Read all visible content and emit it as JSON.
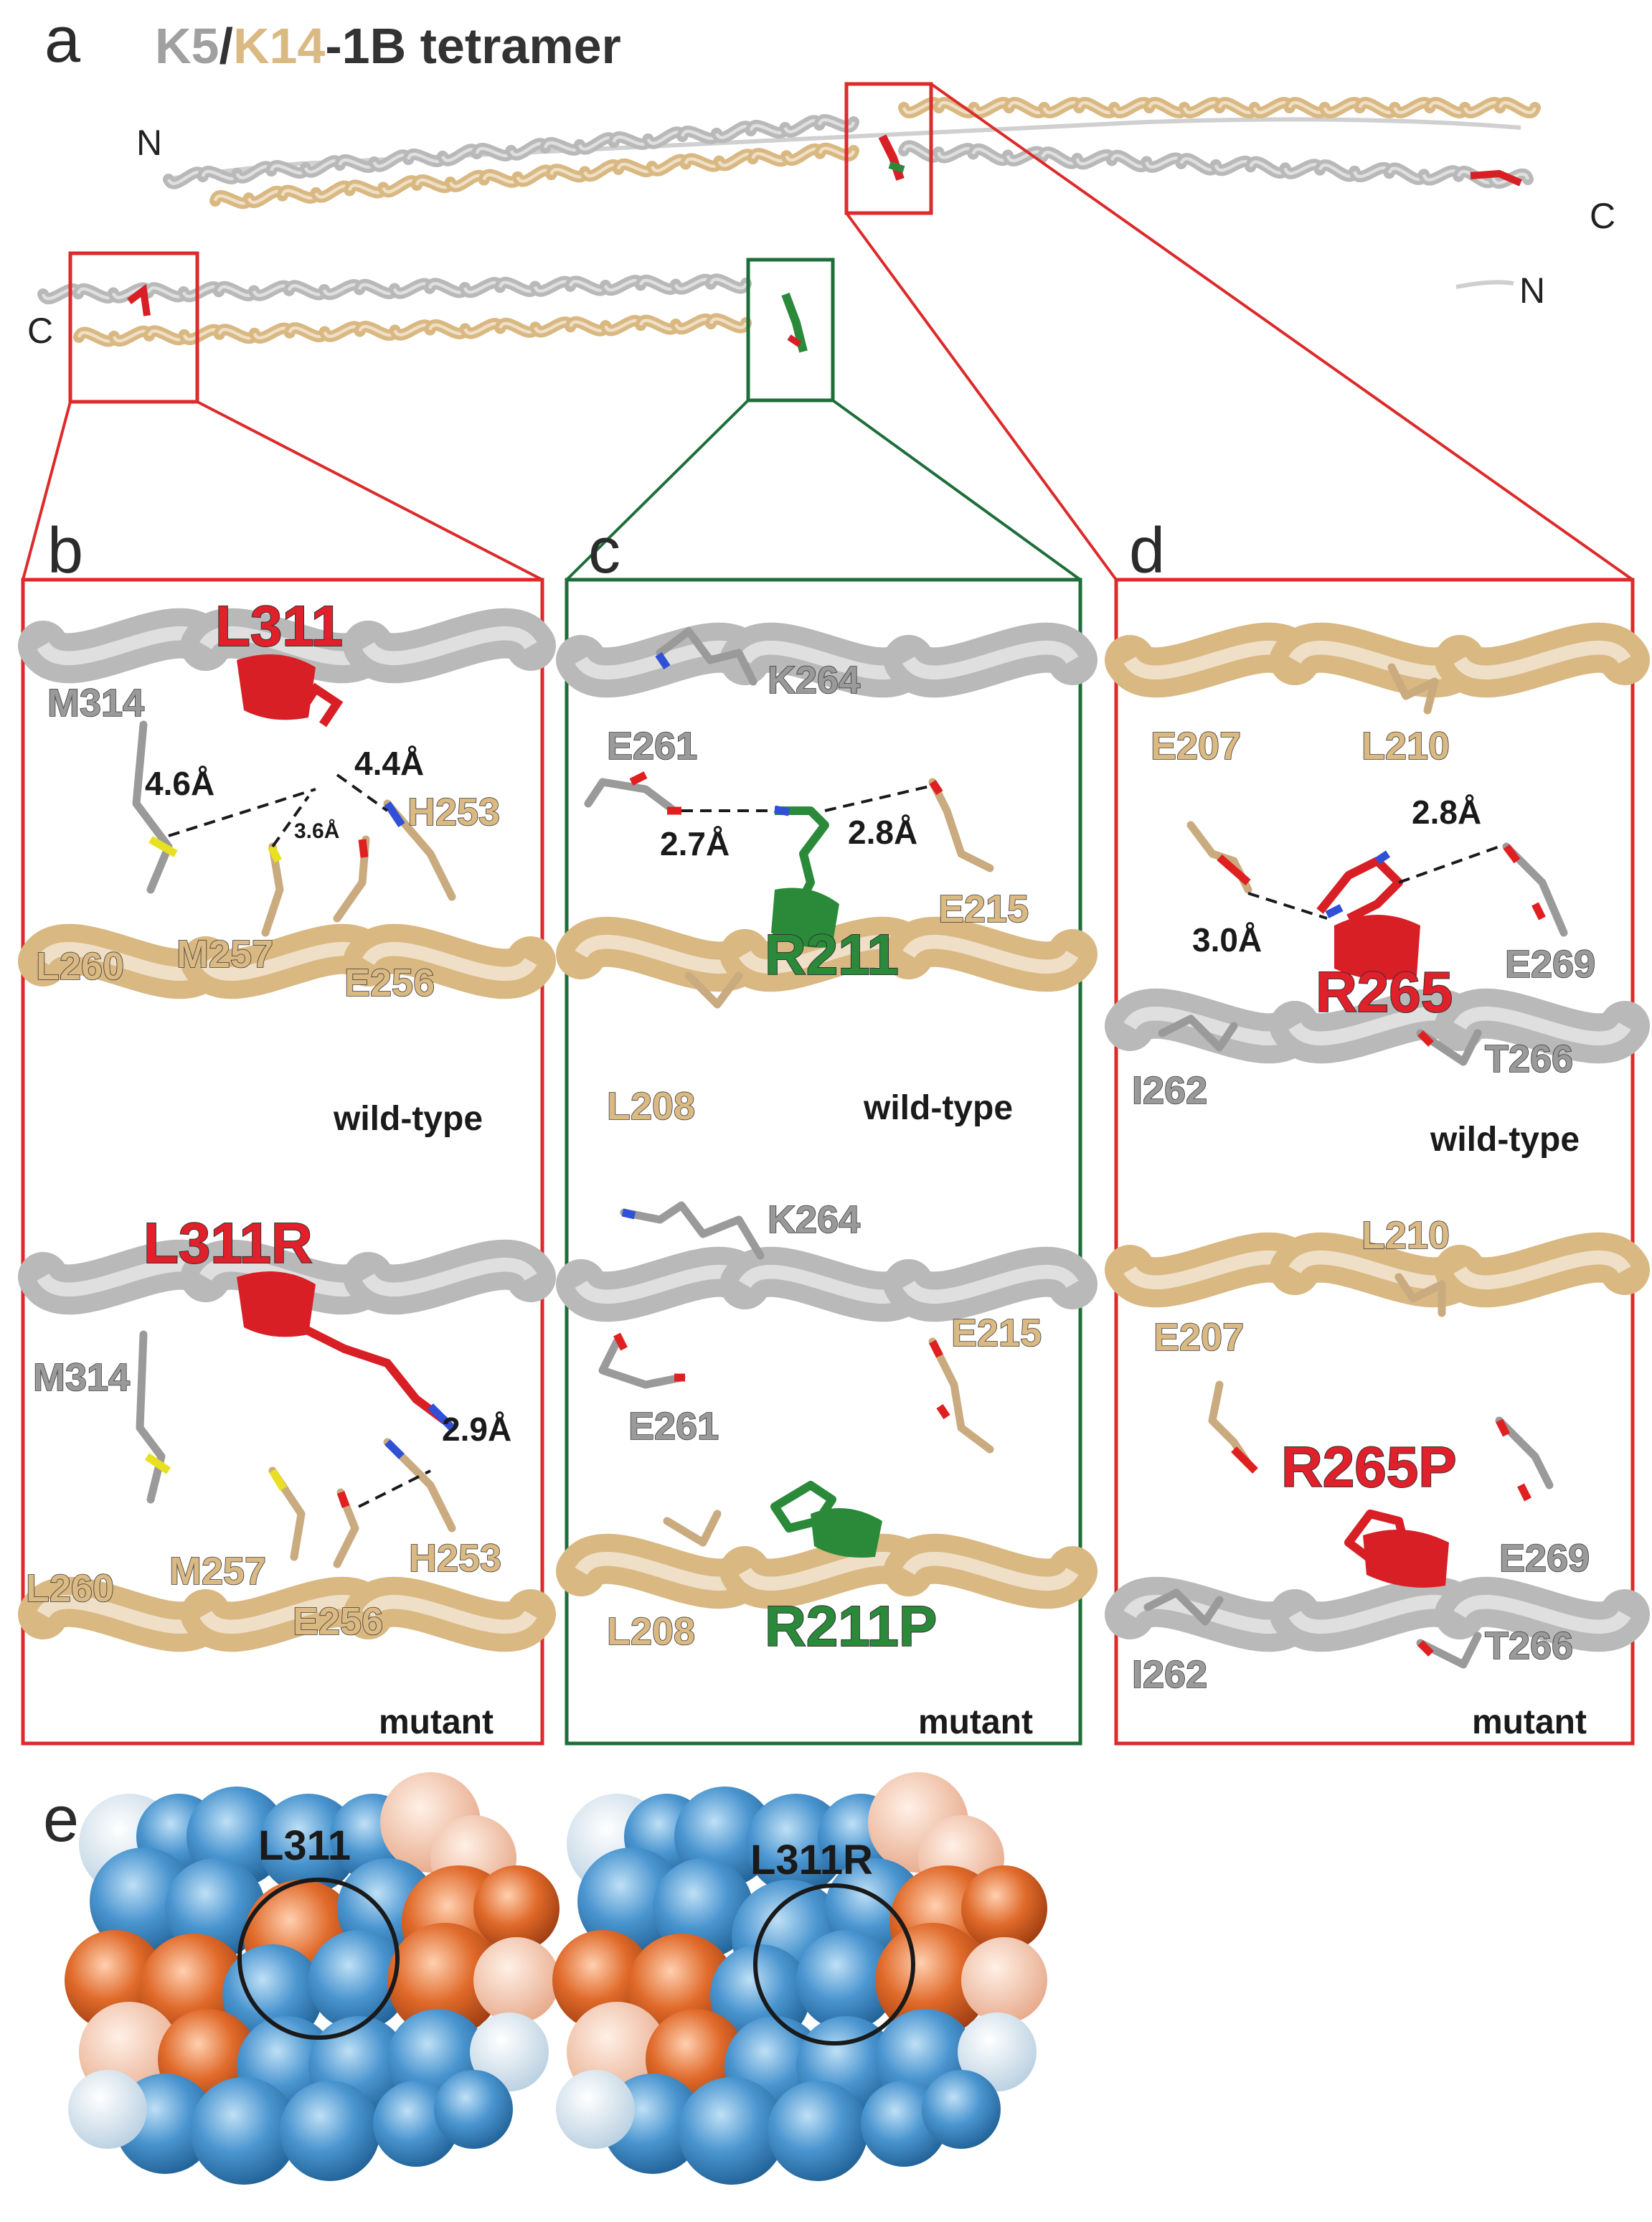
{
  "colors": {
    "k5_gray": "#a9a9a9",
    "k14_tan": "#dbb983",
    "mutation_red": "#e0202a",
    "mutation_green": "#2a8a3a",
    "box_red": "#dd2a2a",
    "box_green": "#1e6e3a",
    "oxygen_red": "#e02020",
    "nitrogen_blue": "#3050d8",
    "sulfur_yellow": "#e8e020",
    "hydrophilic_blue": "#4a95d0",
    "hydrophobic_orange": "#e06a2a"
  },
  "panel_a": {
    "letter": "a",
    "title_k5": "K5",
    "title_slash": "/",
    "title_k14": "K14",
    "title_rest": "-1B tetramer",
    "dimer1_n": "N",
    "dimer1_c": "C",
    "dimer2_c": "C",
    "dimer2_n": "N"
  },
  "panel_b": {
    "letter": "b",
    "wt": {
      "mutation": "L311",
      "residues": [
        "M314",
        "H253",
        "L260",
        "M257",
        "E256"
      ],
      "distances": [
        "4.6Å",
        "4.4Å",
        "3.6Å"
      ],
      "state": "wild-type"
    },
    "mut": {
      "mutation": "L311R",
      "residues": [
        "M314",
        "L260",
        "M257",
        "E256",
        "H253"
      ],
      "distances": [
        "2.9Å"
      ],
      "state": "mutant"
    }
  },
  "panel_c": {
    "letter": "c",
    "wt": {
      "mutation": "R211",
      "residues": [
        "K264",
        "E261",
        "E215",
        "L208"
      ],
      "distances": [
        "2.7Å",
        "2.8Å"
      ],
      "state": "wild-type"
    },
    "mut": {
      "mutation": "R211P",
      "residues": [
        "K264",
        "E215",
        "E261",
        "L208"
      ],
      "state": "mutant"
    }
  },
  "panel_d": {
    "letter": "d",
    "wt": {
      "mutation": "R265",
      "residues": [
        "E207",
        "L210",
        "E269",
        "I262",
        "T266"
      ],
      "distances": [
        "2.8Å",
        "3.0Å"
      ],
      "state": "wild-type"
    },
    "mut": {
      "mutation": "R265P",
      "residues": [
        "L210",
        "E207",
        "E269",
        "I262",
        "T266"
      ],
      "state": "mutant"
    }
  },
  "panel_e": {
    "letter": "e",
    "left_label": "L311",
    "right_label": "L311R"
  }
}
